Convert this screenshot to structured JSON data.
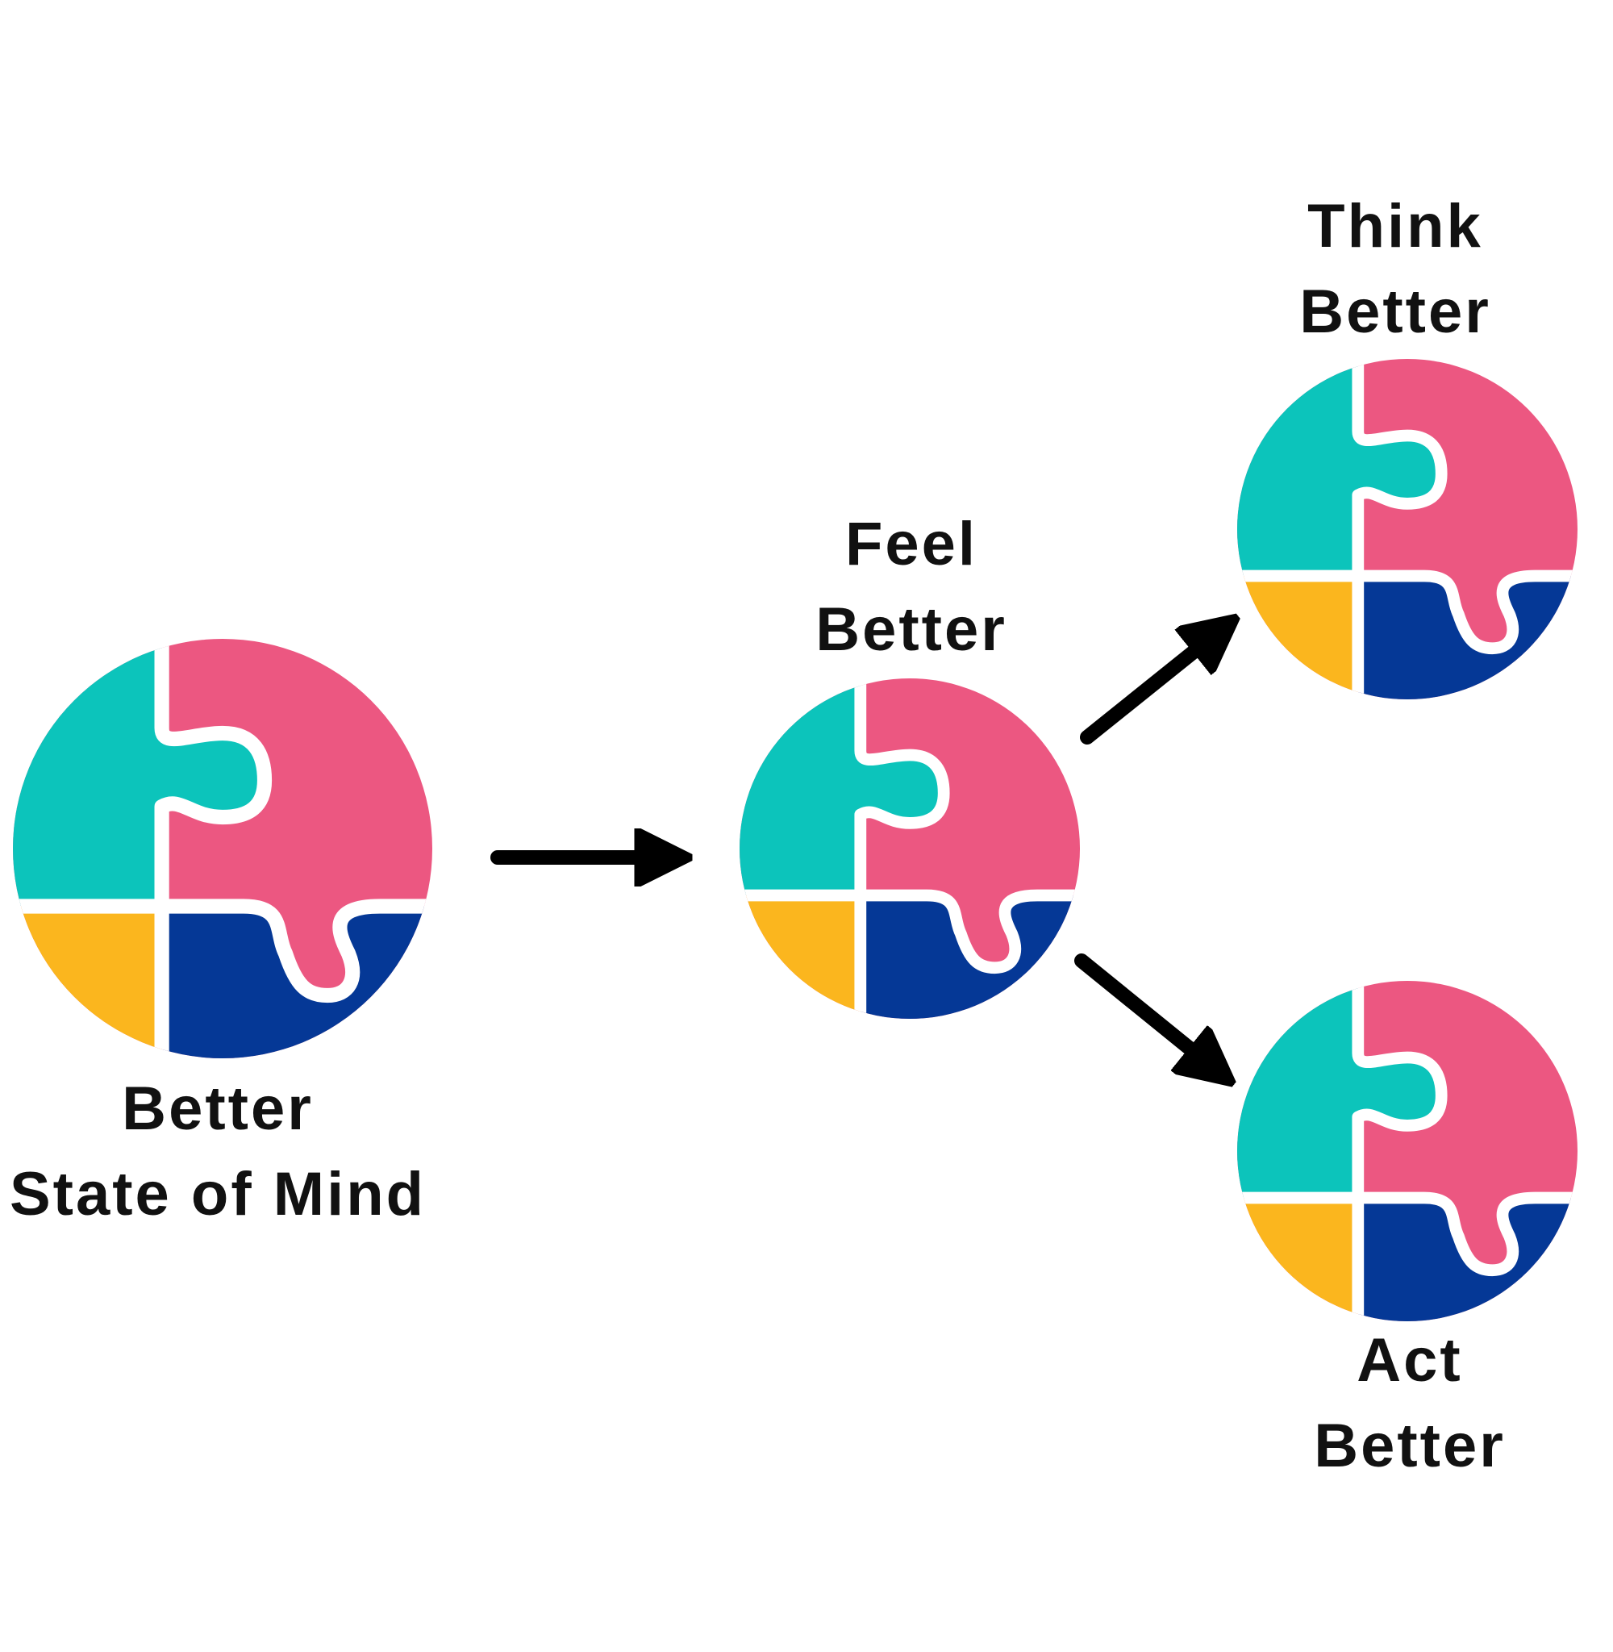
{
  "colors": {
    "teal": "#0cc4bb",
    "pink": "#ec5781",
    "yellow": "#fbb61e",
    "navy": "#053896",
    "arrow": "#000000"
  },
  "nodes": [
    {
      "id": "state",
      "lines": [
        "Better",
        "State of Mind"
      ],
      "icon": "puzzle-circle-icon"
    },
    {
      "id": "feel",
      "lines": [
        "Feel",
        "Better"
      ],
      "icon": "puzzle-circle-icon"
    },
    {
      "id": "think",
      "lines": [
        "Think",
        "Better"
      ],
      "icon": "puzzle-circle-icon"
    },
    {
      "id": "act",
      "lines": [
        "Act",
        "Better"
      ],
      "icon": "puzzle-circle-icon"
    }
  ],
  "edges": [
    {
      "from": "state",
      "to": "feel"
    },
    {
      "from": "feel",
      "to": "think"
    },
    {
      "from": "feel",
      "to": "act"
    }
  ]
}
